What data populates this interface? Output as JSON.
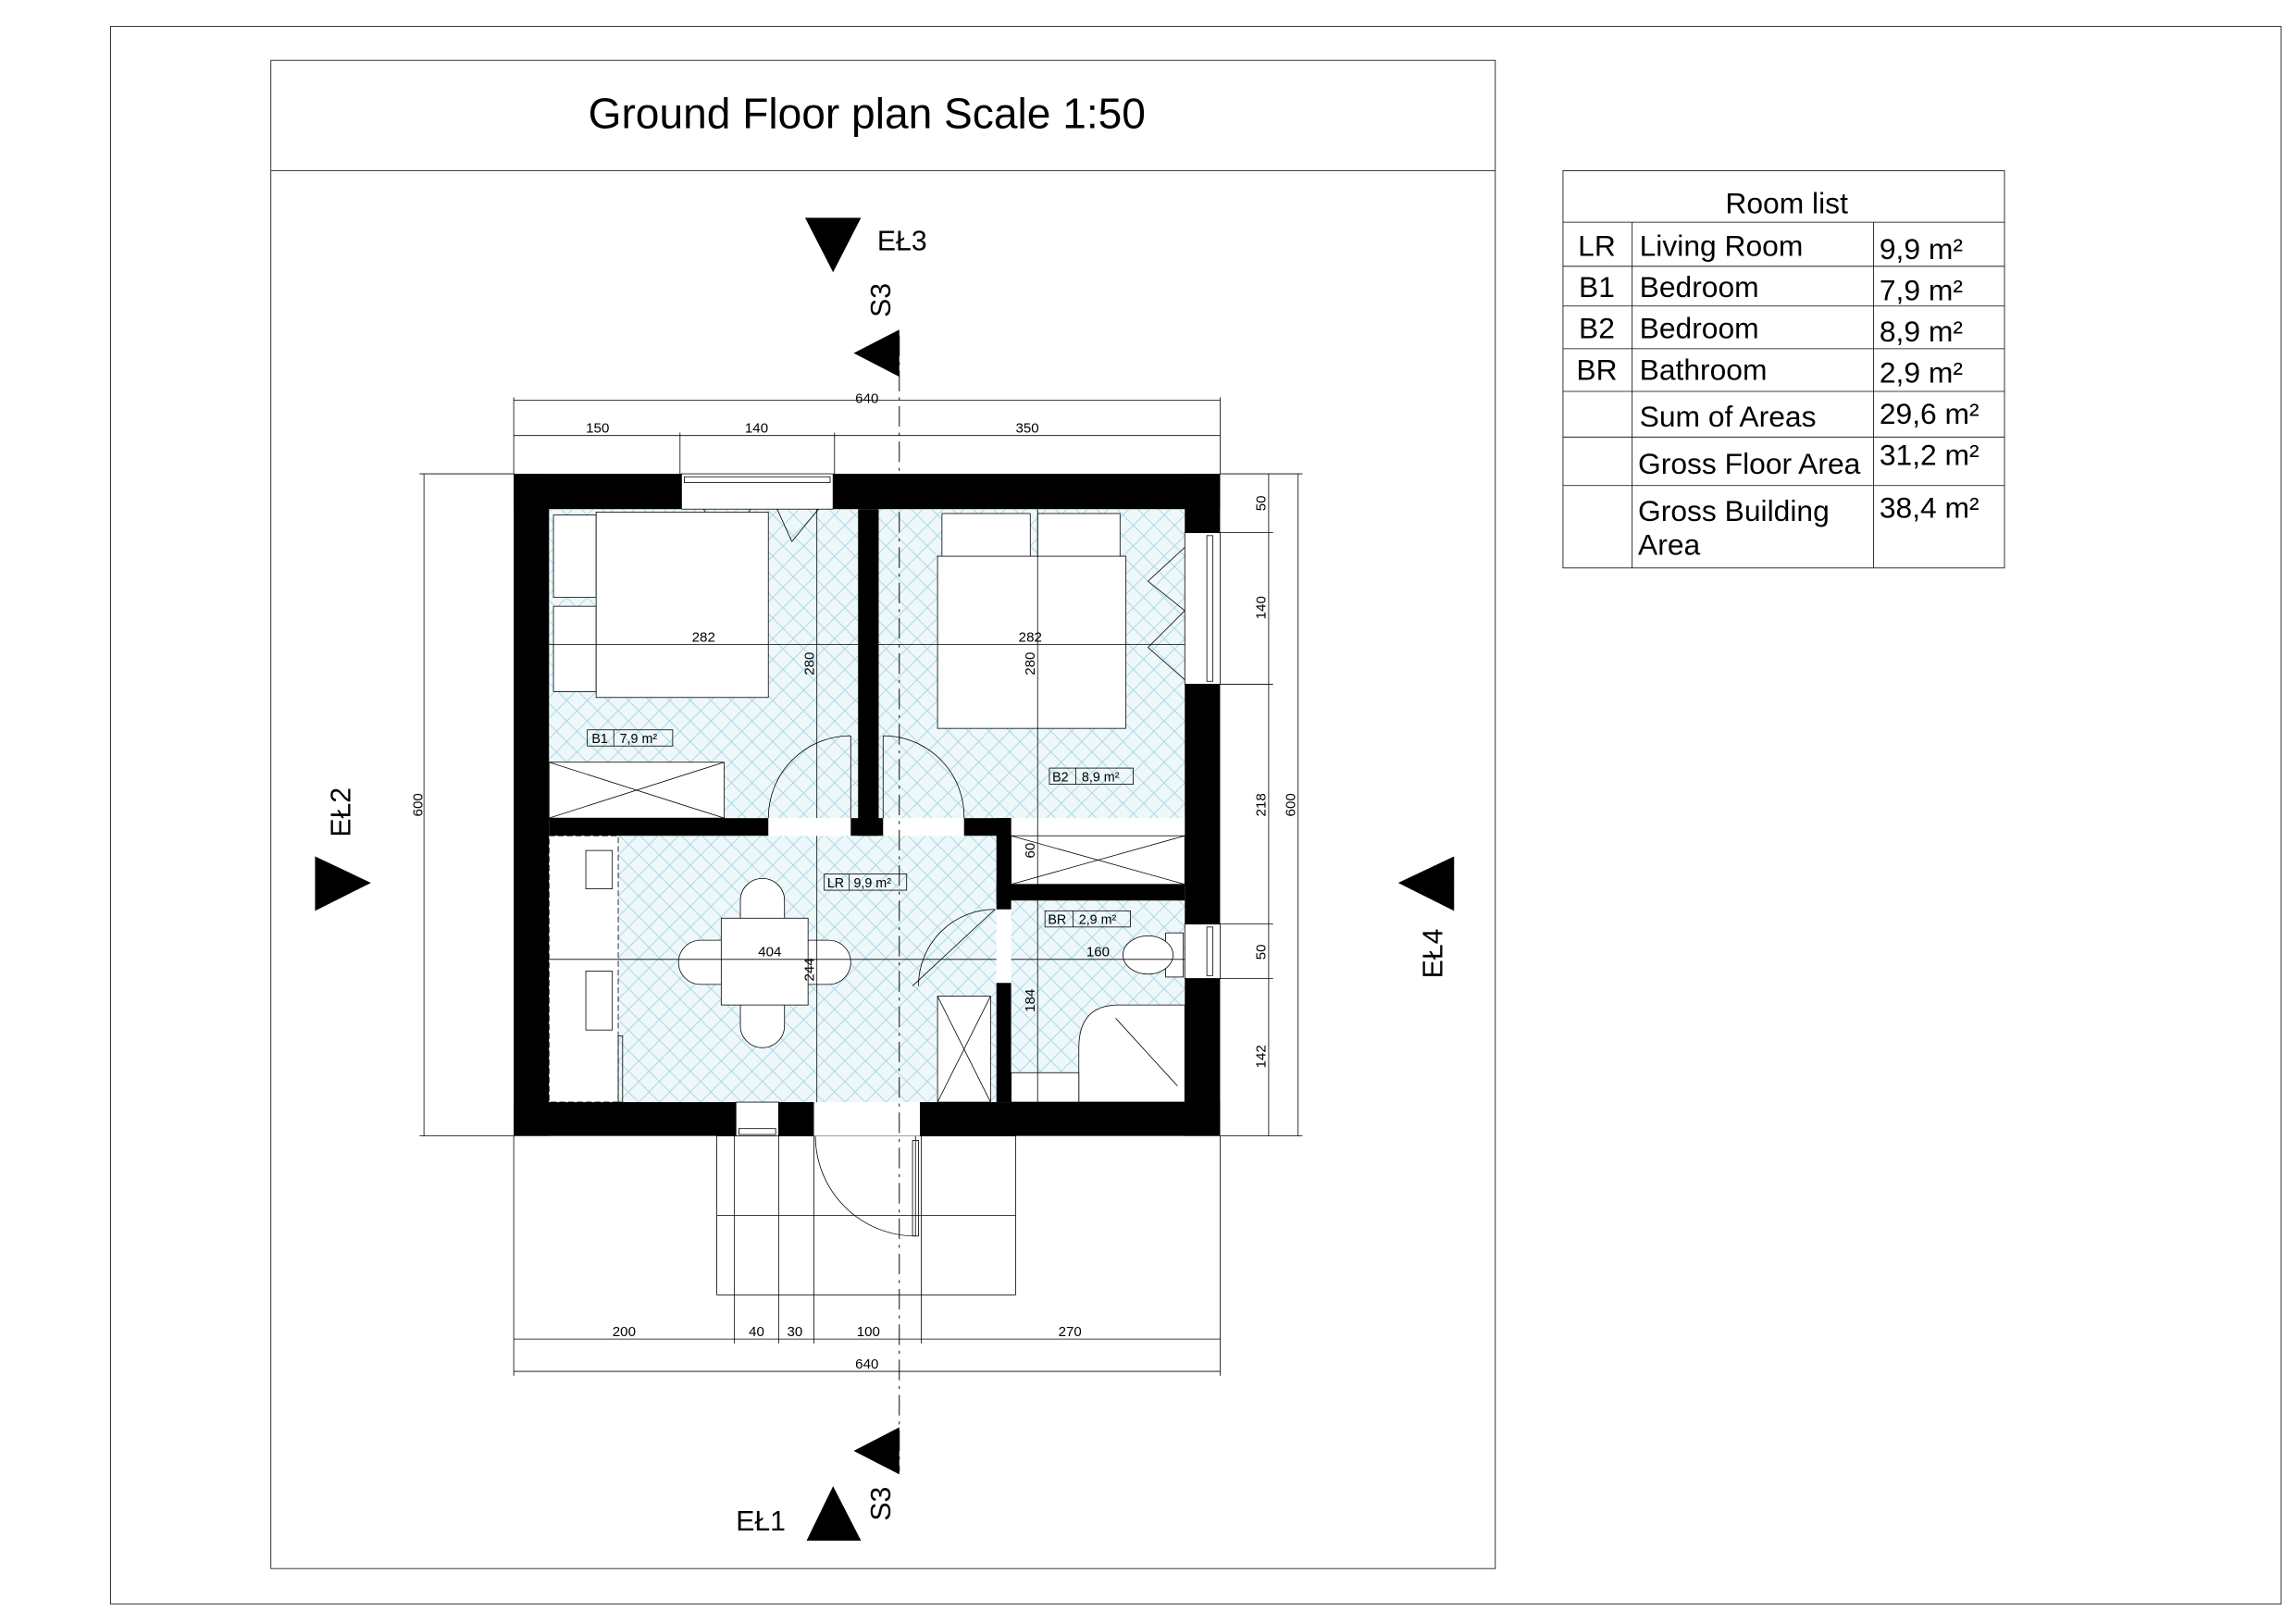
{
  "title": "Ground Floor plan  Scale 1:50",
  "room_list": {
    "heading": "Room list",
    "rows": [
      {
        "code": "LR",
        "name": "Living Room",
        "area": "9,9 m²"
      },
      {
        "code": "B1",
        "name": "Bedroom",
        "area": "7,9 m²"
      },
      {
        "code": "B2",
        "name": "Bedroom",
        "area": "8,9 m²"
      },
      {
        "code": "BR",
        "name": "Bathroom",
        "area": "2,9 m²"
      },
      {
        "code": "",
        "name": "Sum of Areas",
        "area": "29,6 m²"
      },
      {
        "code": "",
        "name": "Gross Floor Area",
        "area": "31,2 m²"
      },
      {
        "code": "",
        "name_line1": "Gross Building",
        "name_line2": "Area",
        "area": "38,4 m²"
      }
    ]
  },
  "room_tags": {
    "b1": {
      "code": "B1",
      "area": "7,9 m²"
    },
    "b2": {
      "code": "B2",
      "area": "8,9 m²"
    },
    "lr": {
      "code": "LR",
      "area": "9,9 m²"
    },
    "br": {
      "code": "BR",
      "area": "2,9 m²"
    }
  },
  "dimensions": {
    "top_total": "640",
    "top": [
      "150",
      "140",
      "350"
    ],
    "bottom": [
      "200",
      "40",
      "30",
      "100",
      "270"
    ],
    "bottom_total": "640",
    "right": [
      "50",
      "140",
      "218",
      "50",
      "142"
    ],
    "right_total": "600",
    "left_total": "600",
    "interior": {
      "b1_width": "282",
      "b1_height": "280",
      "b2_width": "282",
      "b2_height": "280",
      "lr_width": "404",
      "lr_height": "244",
      "closet": "60",
      "br_width": "160",
      "br_height": "184"
    }
  },
  "markers": {
    "elev_top": "EŁ3",
    "elev_left": "EŁ2",
    "elev_right": "EŁ4",
    "elev_bottom": "EŁ1",
    "section_top": "S3",
    "section_bottom": "S3"
  },
  "colors": {
    "floor_fill": "#e6f4f7",
    "hatch": "#a9d6e2"
  }
}
